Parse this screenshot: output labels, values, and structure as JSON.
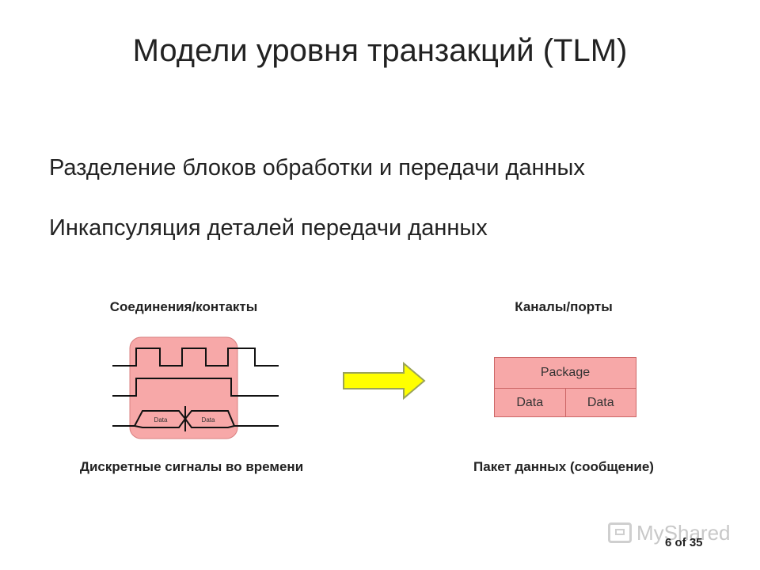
{
  "slide": {
    "title": "Модели уровня транзакций (TLM)",
    "bullets": [
      "Разделение блоков обработки и передачи данных",
      "Инкапсуляция деталей передачи данных"
    ]
  },
  "left": {
    "caption_top": "Соединения/контакты",
    "caption_bottom": "Дискретные сигналы во времени",
    "data_labels": [
      "Data",
      "Data"
    ]
  },
  "right": {
    "caption_top": "Каналы/порты",
    "caption_bottom": "Пакет данных (сообщение)",
    "package_header": "Package",
    "cells": [
      "Data",
      "Data"
    ]
  },
  "colors": {
    "highlight_fill": "#f7a8a8",
    "arrow_fill": "#ffff00",
    "arrow_stroke": "#9aa35a"
  },
  "watermark": {
    "text": "MyShared",
    "icon": "myshared-logo-icon"
  },
  "page_number": "6 of 35"
}
